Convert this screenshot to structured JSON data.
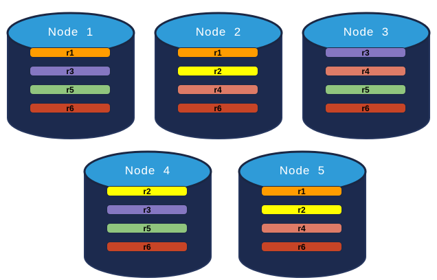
{
  "diagram": {
    "description": "Replica distribution across database nodes",
    "background": "#FFFFFF"
  },
  "palette": {
    "cylinder_body": "#1C2A4E",
    "cylinder_body_stroke": "#26365E",
    "cylinder_top": "#2F9BD8",
    "cylinder_top_stroke": "#1A2744",
    "title_color": "#FFFFFF",
    "bar_text_color": "#000000",
    "bar_border": "#1A2744"
  },
  "replica_colors": {
    "r1": "#FF9C00",
    "r2": "#FFFF00",
    "r3": "#8577C2",
    "r4": "#DE7B67",
    "r5": "#90C57E",
    "r6": "#C74426"
  },
  "nodes": [
    {
      "title": "Node  1",
      "bars": [
        {
          "label": "r1",
          "color": "#FF9C00"
        },
        {
          "label": "r3",
          "color": "#8577C2"
        },
        {
          "label": "r5",
          "color": "#90C57E"
        },
        {
          "label": "r6",
          "color": "#C74426"
        }
      ]
    },
    {
      "title": "Node  2",
      "bars": [
        {
          "label": "r1",
          "color": "#FF9C00"
        },
        {
          "label": "r2",
          "color": "#FFFF00"
        },
        {
          "label": "r4",
          "color": "#DE7B67"
        },
        {
          "label": "r6",
          "color": "#C74426"
        }
      ]
    },
    {
      "title": "Node  3",
      "bars": [
        {
          "label": "r3",
          "color": "#8577C2"
        },
        {
          "label": "r4",
          "color": "#DE7B67"
        },
        {
          "label": "r5",
          "color": "#90C57E"
        },
        {
          "label": "r6",
          "color": "#C74426"
        }
      ]
    },
    {
      "title": "Node  4",
      "bars": [
        {
          "label": "r2",
          "color": "#FFFF00"
        },
        {
          "label": "r3",
          "color": "#8577C2"
        },
        {
          "label": "r5",
          "color": "#90C57E"
        },
        {
          "label": "r6",
          "color": "#C74426"
        }
      ]
    },
    {
      "title": "Node  5",
      "bars": [
        {
          "label": "r1",
          "color": "#FF9C00"
        },
        {
          "label": "r2",
          "color": "#FFFF00"
        },
        {
          "label": "r4",
          "color": "#DE7B67"
        },
        {
          "label": "r6",
          "color": "#C74426"
        }
      ]
    }
  ]
}
